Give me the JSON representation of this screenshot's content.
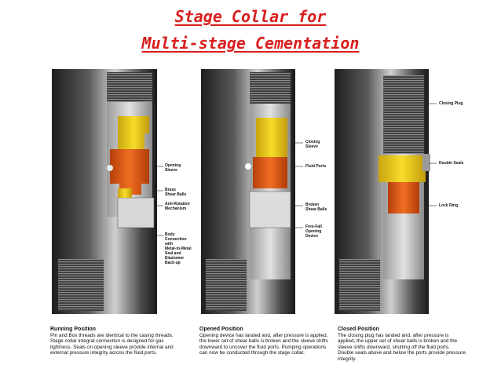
{
  "title": {
    "line1": "Stage Collar for ",
    "line2": "Multi-stage Cementation"
  },
  "colors": {
    "title": "#d81e1e",
    "steel_dark": "#2a2a2a",
    "steel_light": "#c8c8c8",
    "yellow_part": "#f1d21a",
    "orange_part": "#e8601b",
    "accent_blue": "#2f6fd1"
  },
  "panels": [
    {
      "labels": [
        "Opening\nSleeve",
        "Brass\nShear Balls",
        "Anti-Rotation\nMechanism",
        "Body\nConnection\nwith\nMetal-to-Metal\nSeal and\nElastomer\nBack-up"
      ],
      "caption_heading": "Running Position",
      "caption_body": "Pin and Box threads are identical to the casing threads. Stage collar integral connection is designed for gas tightness. Seals on opening sleeve provide internal and external pressure integrity across the fluid ports."
    },
    {
      "labels": [
        "Closing\nSleeve",
        "Fluid Ports",
        "Broken\nShear Balls",
        "Free-Fall\nOpening\nDevice"
      ],
      "caption_heading": "Opened Position",
      "caption_body": "Opening device has landed and, after pressure is applied, the lower set of shear balls is broken and the sleeve shifts downward to uncover the fluid ports. Pumping operations can now be conducted through the stage collar."
    },
    {
      "labels": [
        "Closing Plug",
        "Double Seals",
        "Lock Ring"
      ],
      "caption_heading": "Closed Position",
      "caption_body": "The closing plug has landed and, after pressure is applied, the upper set of shear balls is broken and the sleeve shifts downward, shutting off the fluid ports. Double seals above and below the ports provide pressure integrity."
    }
  ]
}
